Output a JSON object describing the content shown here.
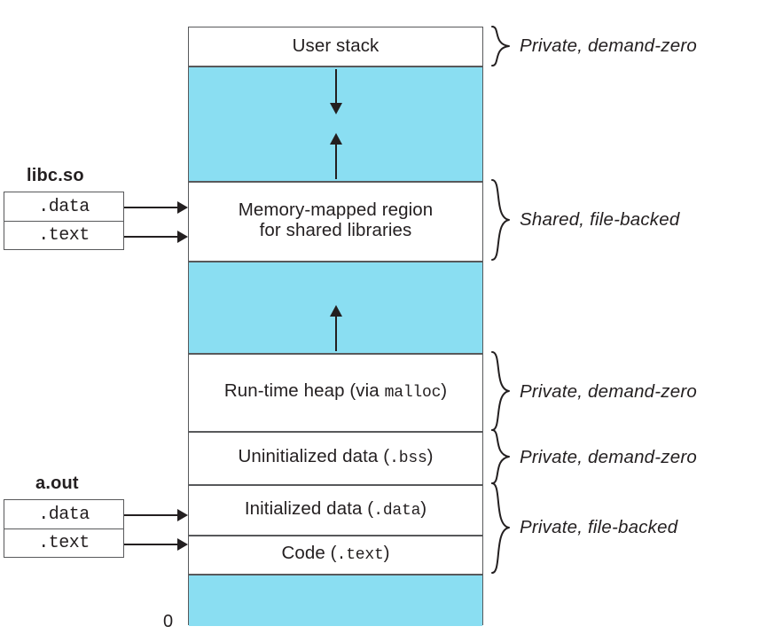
{
  "diagram": {
    "title": "Linux process virtual address space / memory mapping",
    "colors": {
      "gap_fill": "#8adef2",
      "segment_fill": "#ffffff",
      "stroke": "#58595b",
      "text": "#231f20"
    },
    "origin_label": "0",
    "segments": [
      {
        "id": "user-stack",
        "label": "User stack",
        "fill": "white",
        "mono_suffix": ""
      },
      {
        "id": "stack-gap",
        "label": "",
        "fill": "blue",
        "mono_suffix": ""
      },
      {
        "id": "mmap-region",
        "label": "Memory-mapped region",
        "label2": "for shared libraries",
        "fill": "white",
        "mono_suffix": ""
      },
      {
        "id": "mmap-gap",
        "label": "",
        "fill": "blue",
        "mono_suffix": ""
      },
      {
        "id": "heap",
        "label": "Run-time heap (via ",
        "mono_suffix": "malloc",
        "label_tail": ")",
        "fill": "white"
      },
      {
        "id": "bss",
        "label": "Uninitialized data (",
        "mono_suffix": ".bss",
        "label_tail": ")",
        "fill": "white"
      },
      {
        "id": "data",
        "label": "Initialized data (",
        "mono_suffix": ".data",
        "label_tail": ")",
        "fill": "white"
      },
      {
        "id": "code",
        "label": "Code (",
        "mono_suffix": ".text",
        "label_tail": ")",
        "fill": "white"
      },
      {
        "id": "reserved",
        "label": "",
        "fill": "blue",
        "mono_suffix": ""
      }
    ],
    "object_files": [
      {
        "id": "libc-so",
        "title": "libc.so",
        "sections": [
          ".data",
          ".text"
        ]
      },
      {
        "id": "a-out",
        "title": "a.out",
        "sections": [
          ".data",
          ".text"
        ]
      }
    ],
    "annotations": [
      {
        "id": "annot-stack",
        "text": "Private, demand-zero"
      },
      {
        "id": "annot-shared",
        "text": "Shared, file-backed"
      },
      {
        "id": "annot-heap",
        "text": "Private, demand-zero"
      },
      {
        "id": "annot-bss",
        "text": "Private, demand-zero"
      },
      {
        "id": "annot-data",
        "text": "Private, file-backed"
      }
    ],
    "arrows": {
      "stack_grows_down": "↓",
      "heap_grows_up": "↑"
    }
  }
}
